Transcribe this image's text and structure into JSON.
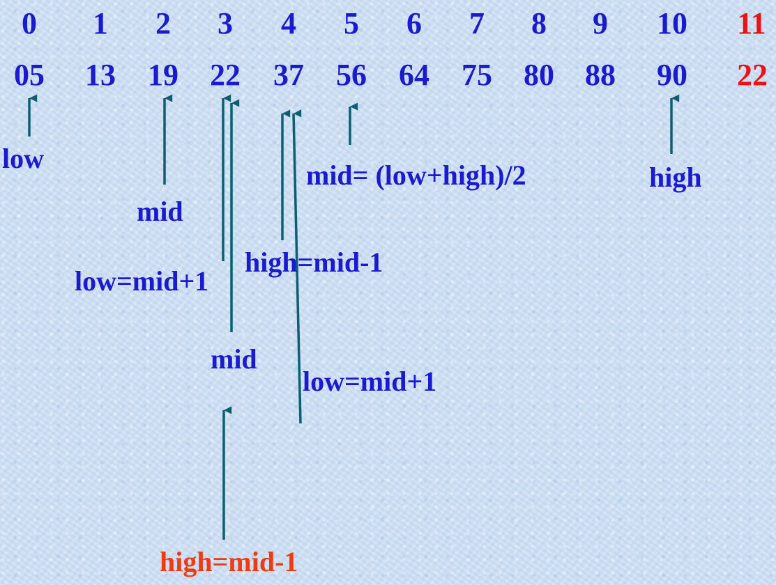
{
  "indices": [
    "0",
    "1",
    "2",
    "3",
    "4",
    "5",
    "6",
    "7",
    "8",
    "9",
    "10",
    "11"
  ],
  "values": [
    "05",
    "13",
    "19",
    "22",
    "37",
    "56",
    "64",
    "75",
    "80",
    "88",
    "90",
    "22"
  ],
  "labels": {
    "low": "low",
    "high": "high",
    "mid_formula": "mid= (low+high)/2",
    "mid_first": "mid",
    "low_update_first": "low=mid+1",
    "high_update_first": "high=mid-1",
    "mid_second": "mid",
    "low_update_second": "low=mid+1",
    "high_update_second": "high=mid-1"
  },
  "colors": {
    "text": "#1a1ad0",
    "sentinel": "#ee1111",
    "final_high": "#f03a10",
    "arrow": "#0b5f6e",
    "background": "#cfe0f4"
  }
}
